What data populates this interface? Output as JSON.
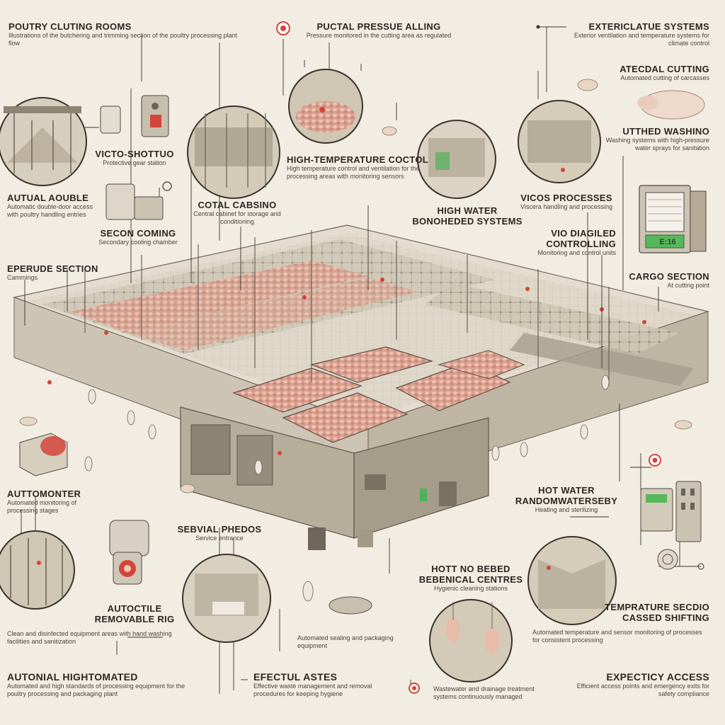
{
  "labels": {
    "poultry_cutting_rooms": {
      "title": "POUTRY CLUTING ROOMS",
      "desc": "Illustrations of the butchering and trimming section of the poultry processing plant flow"
    },
    "pucial_pressure": {
      "title": "PUCTAL PRESSUE ALLING",
      "desc": "Pressure monitored in the cutting area as regulated"
    },
    "extericulature": {
      "title": "EXTERICLATUE SYSTEMS",
      "desc": "Exterior ventilation and temperature systems for climate control"
    },
    "atecdal_cutting": {
      "title": "ATECDAL CUTTING",
      "desc": "Automated cutting of carcasses"
    },
    "utthed_washing": {
      "title": "UTTHED WASHINO",
      "desc": "Washing systems with high-pressure water sprays for sanitation"
    },
    "vicsto_shottuo": {
      "title": "VICTO-SHOTTUO",
      "desc": "Protective gear station"
    },
    "autual_double": {
      "title": "AUTUAL AOUBLE",
      "desc": "Automatic double-door access with poultry handling entries"
    },
    "secon_coming": {
      "title": "SECON COMING",
      "desc": "Secondary cooling chamber"
    },
    "high_temperature_control": {
      "title": "HIGH-TEMPERATURE COCTOL",
      "desc": "High temperature control and ventilation for the processing areas with monitoring sensors"
    },
    "cotal_cabsino": {
      "title": "COTAL CABSINO",
      "desc": "Central cabinet for storage and conditioning"
    },
    "high_water": {
      "title": "HIGH WATER",
      "desc": ""
    },
    "bonoheded_systems": {
      "title": "BONOHEDED SYSTEMS",
      "desc": ""
    },
    "vicos_processes": {
      "title": "VICOS PROCESSES",
      "desc": "Viscera handling and processing"
    },
    "vio_diagiled": {
      "title": "VIO DIAGILED",
      "desc": ""
    },
    "controlling": {
      "title": "CONTROLLING",
      "desc": "Monitoring and control units"
    },
    "cargo_section": {
      "title": "CARGO SECTION",
      "desc": "At cutting point"
    },
    "eperude_section": {
      "title": "EPERUDE SECTION",
      "desc": "Cammings"
    },
    "auttomonter": {
      "title": "AUTTOMONTER",
      "desc": "Automated monitoring of processing stages"
    },
    "sebvial_phedos": {
      "title": "SEBVIAL PHEDOS",
      "desc": "Service entrance"
    },
    "hot_water": {
      "title": "HOT WATER",
      "desc": ""
    },
    "random_water": {
      "title": "RANDOMWATERSEBY",
      "desc": "Heating and sterilizing"
    },
    "hot_no_bebed": {
      "title": "HOTT NO BEBED",
      "desc": ""
    },
    "bebenical_centres": {
      "title": "BEBENICAL CENTRES",
      "desc": "Hygienic cleaning stations"
    },
    "autoctile": {
      "title": "AUTOCTILE",
      "desc": ""
    },
    "removeable_rig": {
      "title": "REMOVABLE RIG",
      "desc": ""
    },
    "left_lower_desc": {
      "title": "",
      "desc": "Clean and disinfected equipment areas with hand washing facilities and sanitization"
    },
    "temperature_section": {
      "title": "TEMPRATURE SECDIO",
      "desc": ""
    },
    "cassed_shifting": {
      "title": "CASSED SHIFTING",
      "desc": "Automated temperature and sensor monitoring of processes for consistent processing"
    },
    "center_lower_desc": {
      "title": "",
      "desc": "Automated sealing and packaging equipment"
    },
    "autonial_hightomated": {
      "title": "AUTONIAL HIGHTOMATED",
      "desc": "Automated and high standards of processing equipment for the poultry processing and packaging plant"
    },
    "efectul_astes": {
      "title": "EFECTUL ASTES",
      "desc": "Effective waste management and removal procedures for keeping hygiene"
    },
    "bottom_center_desc": {
      "title": "",
      "desc": "Wastewater and drainage treatment systems continuously managed"
    },
    "expecticy_access": {
      "title": "EXPECTICY ACCESS",
      "desc": "Efficient access points and emergency exits for safety compliance"
    }
  },
  "panel": {
    "display": "E:16"
  },
  "colors": {
    "accent_red": "#d3453a",
    "ink": "#3a332c",
    "paper": "#f1ede3",
    "meat": "#e0a698",
    "screen": "#57b85b"
  }
}
